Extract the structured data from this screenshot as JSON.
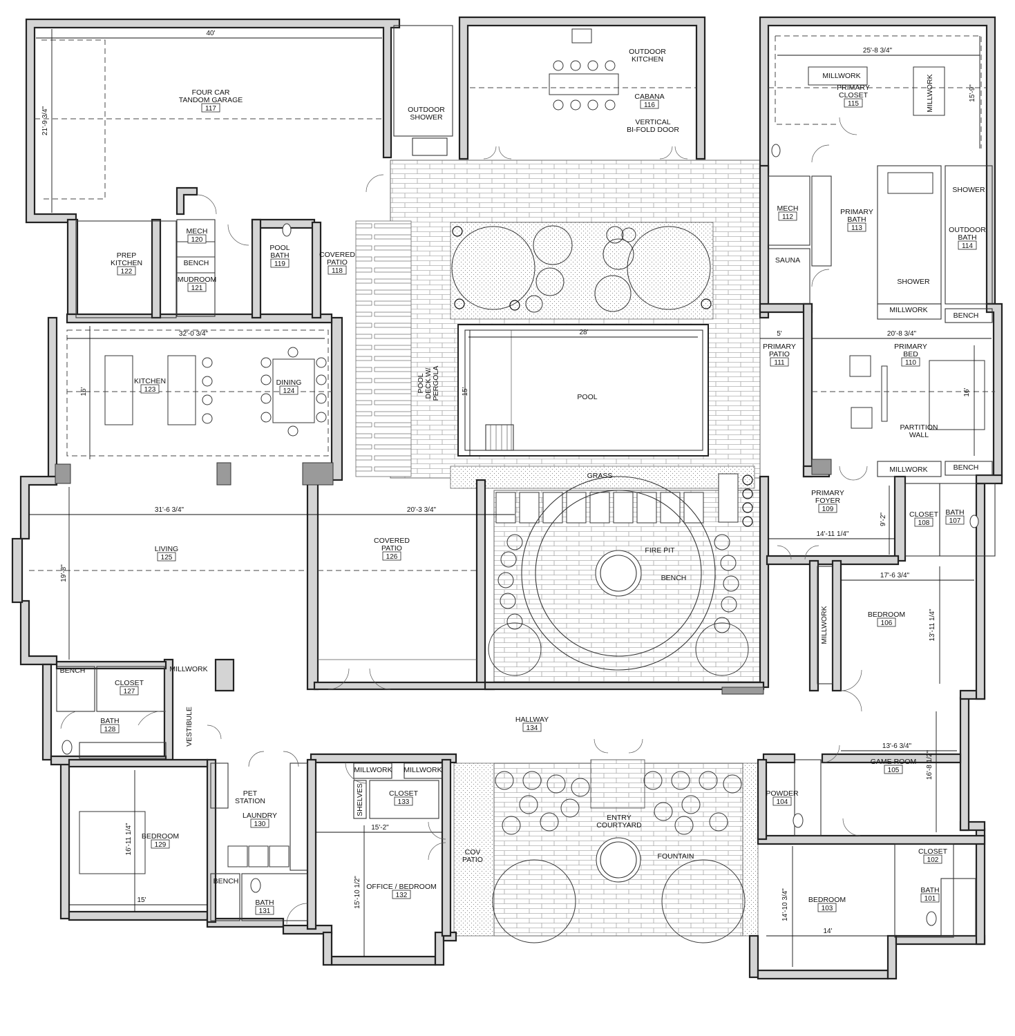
{
  "rooms": [
    {
      "id": "r117",
      "lines": [
        "FOUR CAR",
        "TANDOM GARAGE"
      ],
      "number": "117"
    },
    {
      "id": "r116",
      "lines": [
        "CABANA"
      ],
      "number": "116"
    },
    {
      "id": "r115",
      "lines": [
        "PRIMARY",
        "CLOSET"
      ],
      "number": "115"
    },
    {
      "id": "r120",
      "lines": [
        "MECH"
      ],
      "number": "120"
    },
    {
      "id": "r121",
      "lines": [
        "MUDROOM"
      ],
      "number": "121"
    },
    {
      "id": "r122",
      "lines": [
        "PREP",
        "KITCHEN"
      ],
      "number": "122"
    },
    {
      "id": "r119",
      "lines": [
        "POOL",
        "BATH"
      ],
      "number": "119"
    },
    {
      "id": "r118",
      "lines": [
        "COVERED",
        "PATIO"
      ],
      "number": "118"
    },
    {
      "id": "r112",
      "lines": [
        "MECH"
      ],
      "number": "112"
    },
    {
      "id": "r113",
      "lines": [
        "PRIMARY",
        "BATH"
      ],
      "number": "113"
    },
    {
      "id": "r114",
      "lines": [
        "OUTDOOR",
        "BATH"
      ],
      "number": "114"
    },
    {
      "id": "r123",
      "lines": [
        "KITCHEN"
      ],
      "number": "123"
    },
    {
      "id": "r124",
      "lines": [
        "DINING"
      ],
      "number": "124"
    },
    {
      "id": "r111",
      "lines": [
        "PRIMARY",
        "PATIO"
      ],
      "number": "111"
    },
    {
      "id": "r110",
      "lines": [
        "PRIMARY",
        "BED"
      ],
      "number": "110"
    },
    {
      "id": "r109",
      "lines": [
        "PRIMARY",
        "FOYER"
      ],
      "number": "109"
    },
    {
      "id": "r108",
      "lines": [
        "CLOSET"
      ],
      "number": "108"
    },
    {
      "id": "r107",
      "lines": [
        "BATH"
      ],
      "number": "107"
    },
    {
      "id": "r125",
      "lines": [
        "LIVING"
      ],
      "number": "125"
    },
    {
      "id": "r126",
      "lines": [
        "COVERED",
        "PATIO"
      ],
      "number": "126"
    },
    {
      "id": "r106",
      "lines": [
        "BEDROOM"
      ],
      "number": "106"
    },
    {
      "id": "r127",
      "lines": [
        "CLOSET"
      ],
      "number": "127"
    },
    {
      "id": "r128",
      "lines": [
        "BATH"
      ],
      "number": "128"
    },
    {
      "id": "r134",
      "lines": [
        "HALLWAY"
      ],
      "number": "134"
    },
    {
      "id": "r105",
      "lines": [
        "GAME ROOM"
      ],
      "number": "105"
    },
    {
      "id": "r133",
      "lines": [
        "CLOSET"
      ],
      "number": "133"
    },
    {
      "id": "r130",
      "lines": [
        "LAUNDRY"
      ],
      "number": "130"
    },
    {
      "id": "r129",
      "lines": [
        "BEDROOM"
      ],
      "number": "129"
    },
    {
      "id": "r104",
      "lines": [
        "POWDER"
      ],
      "number": "104"
    },
    {
      "id": "r132",
      "lines": [
        "OFFICE / BEDROOM"
      ],
      "number": "132"
    },
    {
      "id": "r131",
      "lines": [
        "BATH"
      ],
      "number": "131"
    },
    {
      "id": "r102",
      "lines": [
        "CLOSET"
      ],
      "number": "102"
    },
    {
      "id": "r101",
      "lines": [
        "BATH"
      ],
      "number": "101"
    },
    {
      "id": "r103",
      "lines": [
        "BEDROOM"
      ],
      "number": "103"
    }
  ],
  "labels": {
    "outdoor_shower": [
      "OUTDOOR",
      "SHOWER"
    ],
    "outdoor_kitchen": [
      "OUTDOOR",
      "KITCHEN"
    ],
    "bifold": [
      "VERTICAL",
      "BI-FOLD DOOR"
    ],
    "millwork": "MILLWORK",
    "shower": "SHOWER",
    "sauna": "SAUNA",
    "bench": "BENCH",
    "pool_deck": [
      "POOL",
      "DECK W/",
      "PERGOLA"
    ],
    "pool": "POOL",
    "partition": [
      "PARTITION",
      "WALL"
    ],
    "grass": "GRASS",
    "fire_pit": "FIRE PIT",
    "vestibule": "VESTIBULE",
    "pet_station": [
      "PET",
      "STATION"
    ],
    "shelves": "SHELVES",
    "entry_courtyard": [
      "ENTRY",
      "COURTYARD"
    ],
    "fountain": "FOUNTAIN",
    "cov_patio": [
      "COV",
      "PATIO"
    ]
  },
  "dimensions": {
    "garage_w": "40'",
    "garage_h": "21'-9 3/4\"",
    "closet_w": "25'-8 3/4\"",
    "closet_h": "15'-9\"",
    "kitchen_w": "32'-0 3/4\"",
    "kitchen_h": "16'",
    "pool_w": "28'",
    "pool_h": "15'",
    "patio_w": "5'",
    "bed110_w": "20'-8 3/4\"",
    "bed110_h": "16'",
    "living_w": "31'-6 3/4\"",
    "living_h": "19'-8\"",
    "patio126_w": "20'-3 3/4\"",
    "foyer_w": "14'-11 1/4\"",
    "foyer_h": "9'-2\"",
    "bed106_w": "17'-6 3/4\"",
    "bed106_h": "13'-11 1/4\"",
    "game_w": "13'-6 3/4\"",
    "game_h": "16'-8 1/2\"",
    "bed129_w": "15'",
    "bed129_h": "16'-11 1/4\"",
    "office_w": "15'-2\"",
    "office_h": "15'-10 1/2\"",
    "bed103_w": "14'",
    "bed103_h": "14'-10 3/4\""
  }
}
